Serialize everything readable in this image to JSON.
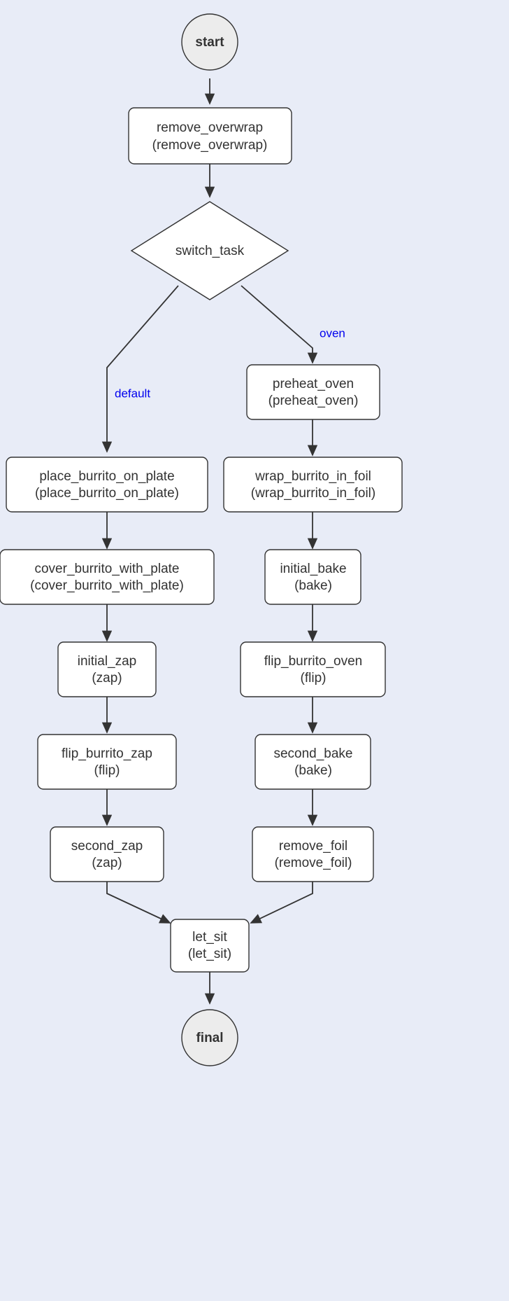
{
  "diagram": {
    "type": "flowchart",
    "background_color": "#e8ecf7",
    "node_fill": "#ffffff",
    "terminal_fill": "#ececec",
    "stroke_color": "#333333",
    "edge_label_color": "#0000ee",
    "nodes": {
      "start": {
        "label": "start",
        "shape": "circle"
      },
      "remove_overwrap": {
        "line1": "remove_overwrap",
        "line2": "(remove_overwrap)",
        "shape": "rounded-rect"
      },
      "switch_task": {
        "label": "switch_task",
        "shape": "diamond"
      },
      "preheat_oven": {
        "line1": "preheat_oven",
        "line2": "(preheat_oven)",
        "shape": "rounded-rect"
      },
      "place_burrito_on_plate": {
        "line1": "place_burrito_on_plate",
        "line2": "(place_burrito_on_plate)",
        "shape": "rounded-rect"
      },
      "wrap_burrito_in_foil": {
        "line1": "wrap_burrito_in_foil",
        "line2": "(wrap_burrito_in_foil)",
        "shape": "rounded-rect"
      },
      "cover_burrito_with_plate": {
        "line1": "cover_burrito_with_plate",
        "line2": "(cover_burrito_with_plate)",
        "shape": "rounded-rect"
      },
      "initial_bake": {
        "line1": "initial_bake",
        "line2": "(bake)",
        "shape": "rounded-rect"
      },
      "initial_zap": {
        "line1": "initial_zap",
        "line2": "(zap)",
        "shape": "rounded-rect"
      },
      "flip_burrito_oven": {
        "line1": "flip_burrito_oven",
        "line2": "(flip)",
        "shape": "rounded-rect"
      },
      "flip_burrito_zap": {
        "line1": "flip_burrito_zap",
        "line2": "(flip)",
        "shape": "rounded-rect"
      },
      "second_bake": {
        "line1": "second_bake",
        "line2": "(bake)",
        "shape": "rounded-rect"
      },
      "second_zap": {
        "line1": "second_zap",
        "line2": "(zap)",
        "shape": "rounded-rect"
      },
      "remove_foil": {
        "line1": "remove_foil",
        "line2": "(remove_foil)",
        "shape": "rounded-rect"
      },
      "let_sit": {
        "line1": "let_sit",
        "line2": "(let_sit)",
        "shape": "rounded-rect"
      },
      "final": {
        "label": "final",
        "shape": "circle"
      }
    },
    "edge_labels": {
      "default": "default",
      "oven": "oven"
    }
  }
}
